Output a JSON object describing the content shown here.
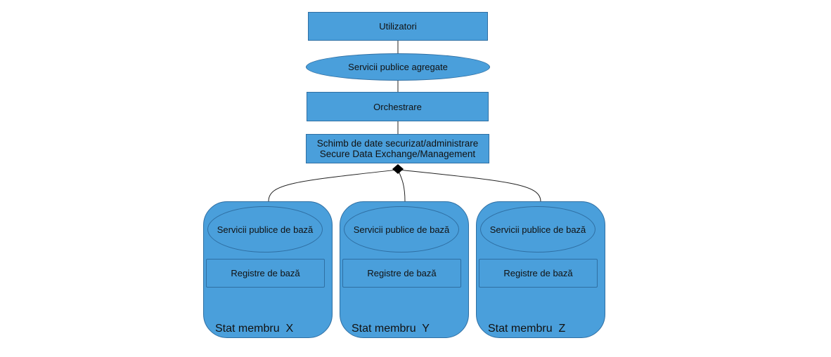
{
  "diagram": {
    "users": "Utilizatori",
    "aggregated_services": "Servicii publice agregate",
    "orchestration": "Orchestrare",
    "secure_exchange": {
      "line1": "Schimb de date securizat/administrare",
      "line2": "Secure Data Exchange/Management"
    },
    "members": [
      {
        "name": "Stat membru  X",
        "services": "Servicii publice de bază",
        "registers": "Registre de bază"
      },
      {
        "name": "Stat membru  Y",
        "services": "Servicii publice de bază",
        "registers": "Registre de bază"
      },
      {
        "name": "Stat membru  Z",
        "services": "Servicii publice de bază",
        "registers": "Registre de bază"
      }
    ]
  }
}
